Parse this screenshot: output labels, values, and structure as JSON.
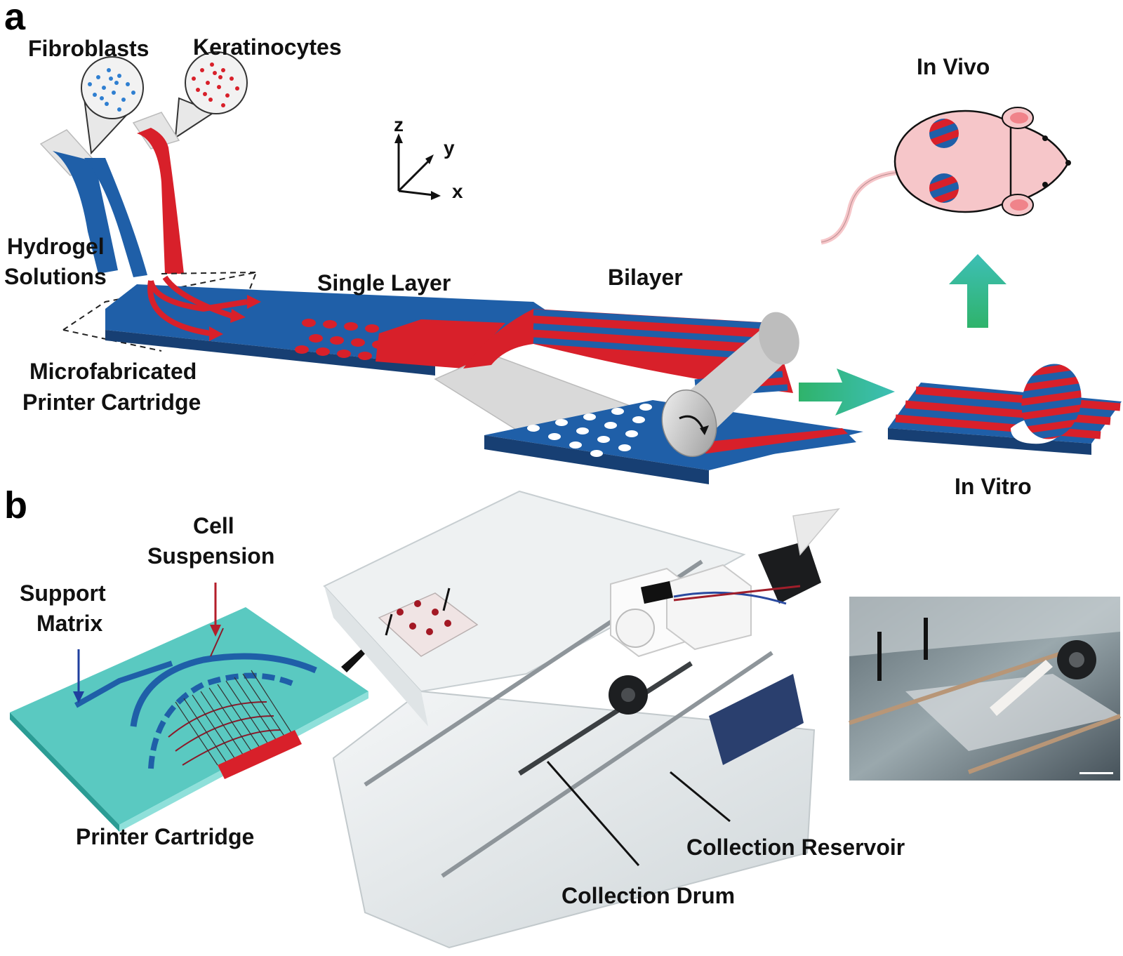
{
  "panels": {
    "a": "a",
    "b": "b"
  },
  "labels": {
    "fibroblasts": "Fibroblasts",
    "keratinocytes": "Keratinocytes",
    "hydrogel_line1": "Hydrogel",
    "hydrogel_line2": "Solutions",
    "cartridge_line1": "Microfabricated",
    "cartridge_line2": "Printer Cartridge",
    "single_layer": "Single Layer",
    "bilayer": "Bilayer",
    "in_vivo": "In Vivo",
    "in_vitro": "In Vitro",
    "cell_line1": "Cell",
    "cell_line2": "Suspension",
    "support_line1": "Support",
    "support_line2": "Matrix",
    "printer_cartridge": "Printer Cartridge",
    "collection_reservoir": "Collection Reservoir",
    "collection_drum": "Collection Drum"
  },
  "axes": {
    "z": "z",
    "y": "y",
    "x": "x"
  },
  "colors": {
    "blue": "#1f5fa8",
    "red": "#d8202a",
    "mouse": "#f6c6c9",
    "teal": "#3dbfb6",
    "green": "#2fb36b",
    "glass": "#dde3e6"
  }
}
